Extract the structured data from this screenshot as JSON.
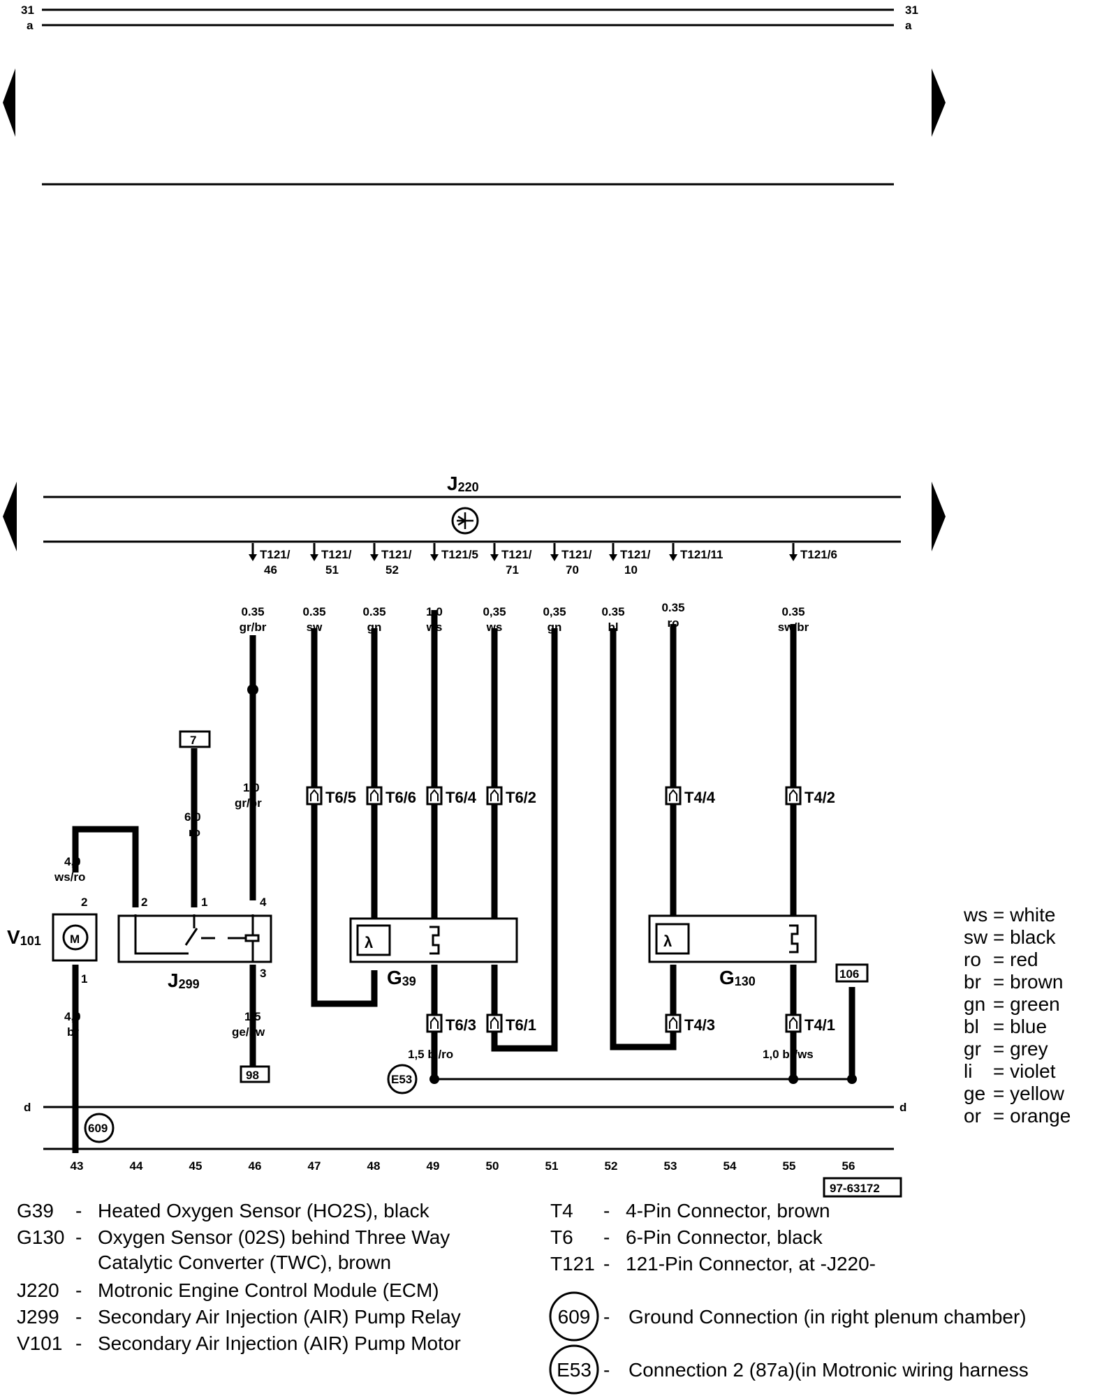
{
  "header": {
    "line_31_left": "31",
    "line_31_right": "31",
    "line_a_left": "a",
    "line_a_right": "a"
  },
  "module": {
    "label": "J",
    "sub": "220"
  },
  "pins": [
    {
      "id": "t46",
      "top": "T121/",
      "bot": "46",
      "size": "0.35",
      "color": "gr/br"
    },
    {
      "id": "t51",
      "top": "T121/",
      "bot": "51",
      "size": "0.35",
      "color": "sw"
    },
    {
      "id": "t52",
      "top": "T121/",
      "bot": "52",
      "size": "0.35",
      "color": "gn"
    },
    {
      "id": "t5",
      "top": "T121/5",
      "bot": "",
      "size": "1,0",
      "color": "ws"
    },
    {
      "id": "t71",
      "top": "T121/",
      "bot": "71",
      "size": "0,35",
      "color": "ws"
    },
    {
      "id": "t70",
      "top": "T121/",
      "bot": "70",
      "size": "0,35",
      "color": "gn"
    },
    {
      "id": "t10",
      "top": "T121/",
      "bot": "10",
      "size": "0.35",
      "color": "bl"
    },
    {
      "id": "t11",
      "top": "T121/11",
      "bot": "",
      "size": "0.35",
      "color": "ro"
    },
    {
      "id": "t6",
      "top": "T121/6",
      "bot": "",
      "size": "0.35",
      "color": "sw/br"
    }
  ],
  "connectors": {
    "t6_5": "T6/5",
    "t6_6": "T6/6",
    "t6_4": "T6/4",
    "t6_2": "T6/2",
    "t4_4": "T4/4",
    "t4_2": "T4/2",
    "t6_3": "T6/3",
    "t6_1": "T6/1",
    "t4_3": "T4/3",
    "t4_1": "T4/1"
  },
  "wires": {
    "w46b_size": "1.0",
    "w46b_color": "gr/br",
    "w45_size": "6,0",
    "w45_color": "ro",
    "w43a_size": "4,0",
    "w43a_color": "ws/ro",
    "w43b_size": "4,0",
    "w43b_color": "br",
    "w46c_size": "1,5",
    "w46c_color": "ge/sw",
    "w49_label": "1,5 bl/ro",
    "w55_label": "1,0 br/ws"
  },
  "refs": {
    "r7": "7",
    "r98": "98",
    "r106": "106"
  },
  "components": {
    "v101": "V",
    "v101_sub": "101",
    "j299": "J",
    "j299_sub": "299",
    "g39": "G",
    "g39_sub": "39",
    "g130": "G",
    "g130_sub": "130",
    "motor": "M",
    "lambda": "λ"
  },
  "terminal_numbers": {
    "v_top": "2",
    "v_bot": "1",
    "j_2": "2",
    "j_1": "1",
    "j_4": "4",
    "j_3": "3"
  },
  "grounds": {
    "g609": "609",
    "e53": "E53"
  },
  "bus_d_left": "d",
  "bus_d_right": "d",
  "track_numbers": [
    "43",
    "44",
    "45",
    "46",
    "47",
    "48",
    "49",
    "50",
    "51",
    "52",
    "53",
    "54",
    "55",
    "56"
  ],
  "diagram_id": "97-63172",
  "color_key": [
    {
      "code": "ws",
      "name": "white"
    },
    {
      "code": "sw",
      "name": "black"
    },
    {
      "code": "ro",
      "name": "red"
    },
    {
      "code": "br",
      "name": "brown"
    },
    {
      "code": "gn",
      "name": "green"
    },
    {
      "code": "bl",
      "name": "blue"
    },
    {
      "code": "gr",
      "name": "grey"
    },
    {
      "code": "li",
      "name": "violet"
    },
    {
      "code": "ge",
      "name": "yellow"
    },
    {
      "code": "or",
      "name": "orange"
    }
  ],
  "legend_left": [
    {
      "code": "G39",
      "sep": "-",
      "text": "Heated Oxygen Sensor (HO2S), black"
    },
    {
      "code": "G130",
      "sep": "-",
      "text": "Oxygen Sensor (02S) behind Three Way"
    },
    {
      "code": "",
      "sep": "",
      "text": "Catalytic Converter (TWC), brown"
    },
    {
      "code": "J220",
      "sep": "-",
      "text": "Motronic Engine Control Module (ECM)"
    },
    {
      "code": "J299",
      "sep": "-",
      "text": "Secondary Air Injection (AIR) Pump Relay"
    },
    {
      "code": "V101",
      "sep": "-",
      "text": "Secondary Air Injection (AIR) Pump Motor"
    }
  ],
  "legend_right": [
    {
      "code": "T4",
      "sep": "-",
      "text": "4-Pin Connector, brown"
    },
    {
      "code": "T6",
      "sep": "-",
      "text": "6-Pin Connector, black"
    },
    {
      "code": "T121",
      "sep": "-",
      "text": "121-Pin Connector, at -J220-"
    }
  ],
  "legend_circles": [
    {
      "code": "609",
      "sep": "-",
      "text": "Ground Connection (in right plenum chamber)"
    },
    {
      "code": "E53",
      "sep": "-",
      "text": "Connection 2 (87a)(in Motronic wiring harness"
    }
  ]
}
